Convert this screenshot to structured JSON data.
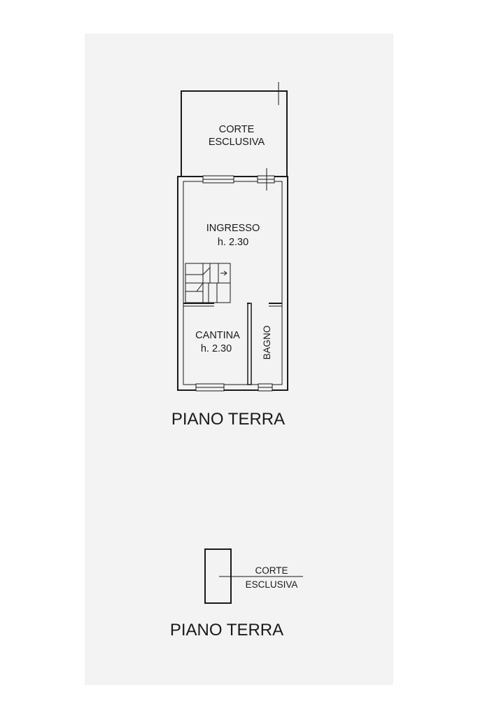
{
  "plan_top": {
    "rooms": {
      "corte": {
        "line1": "CORTE",
        "line2": "ESCLUSIVA"
      },
      "ingresso": {
        "name": "INGRESSO",
        "height": "h. 2.30"
      },
      "cantina": {
        "name": "CANTINA",
        "height": "h. 2.30"
      },
      "bagno": {
        "name": "BAGNO"
      }
    },
    "floor_label": "PIANO TERRA"
  },
  "plan_bottom": {
    "corte": {
      "line1": "CORTE",
      "line2": "ESCLUSIVA"
    },
    "floor_label": "PIANO TERRA"
  }
}
